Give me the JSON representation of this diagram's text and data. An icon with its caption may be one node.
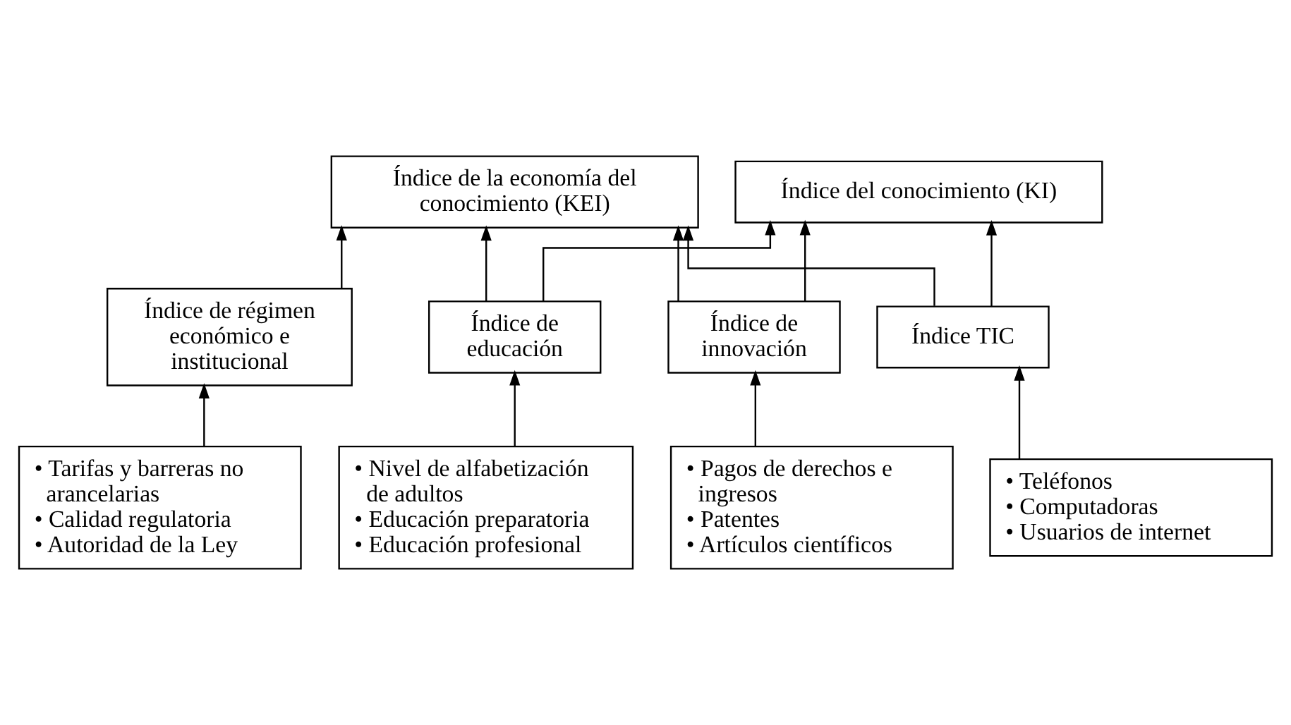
{
  "diagram": {
    "nodes": [
      {
        "text": [
          "Índice de la economía del conocimiento (KEI)"
        ]
      },
      {
        "text": [
          "Índice del conocimiento (KI)"
        ]
      },
      {
        "text": [
          "Índice de régimen económico e institucional"
        ]
      },
      {
        "text": [
          "• Tarifas y barreras no arancelarias",
          "• Calidad regulatoria",
          "• Autoridad de la Ley"
        ]
      },
      {
        "text": [
          "Índice de educación"
        ]
      },
      {
        "text": [
          "Índice de innovación"
        ]
      },
      {
        "text": [
          "Índice TIC"
        ]
      },
      {
        "text": [
          "• Nivel de alfabetización de adultos",
          "• Educación preparatoria",
          "• Educación profesional"
        ]
      },
      {
        "text": [
          "• Pagos de derechos e ingresos",
          "• Patentes",
          "• Artículos científicos"
        ]
      },
      {
        "text": [
          "• Teléfonos",
          "• Computadoras",
          "• Usuarios de internet"
        ]
      }
    ],
    "edges": [
      {
        "from": 2,
        "to": 0,
        "arrow": "to"
      },
      {
        "from": 3,
        "to": 2,
        "arrow": "to"
      },
      {
        "from": 4,
        "to": 0,
        "arrow": "to"
      },
      {
        "from": 4,
        "to": 1,
        "arrow": "to"
      },
      {
        "from": 5,
        "to": 0,
        "arrow": "to"
      },
      {
        "from": 5,
        "to": 1,
        "arrow": "to"
      },
      {
        "from": 6,
        "to": 0,
        "arrow": "to"
      },
      {
        "from": 6,
        "to": 1,
        "arrow": "to"
      },
      {
        "from": 7,
        "to": 4,
        "arrow": "to"
      },
      {
        "from": 8,
        "to": 5,
        "arrow": "to"
      },
      {
        "from": 9,
        "to": 6,
        "arrow": "to"
      }
    ]
  }
}
